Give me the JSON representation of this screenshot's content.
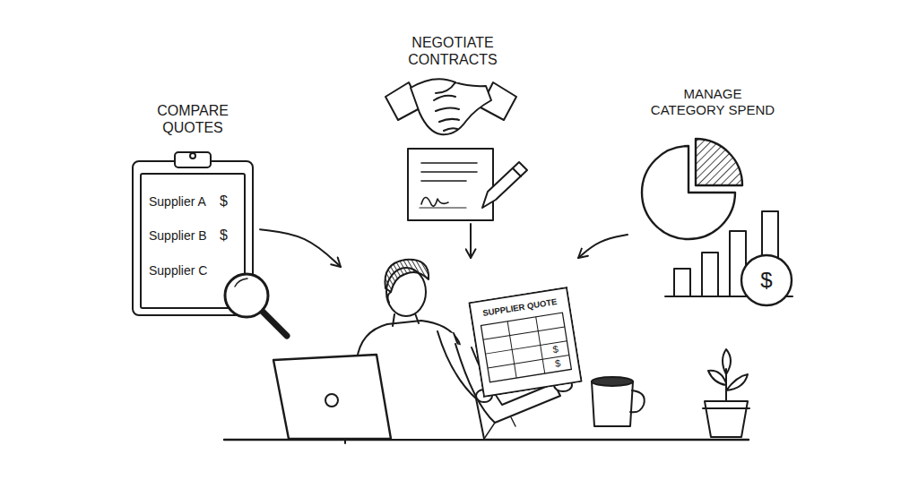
{
  "diagram": {
    "nodes": [
      {
        "text": [
          "COMPARE QUOTES",
          "Supplier A",
          "$",
          "Supplier B",
          "$",
          "Supplier C"
        ]
      },
      {
        "text": [
          "NEGOTIATE CONTRACTS"
        ]
      },
      {
        "text": [
          "MANAGE CATEGORY SPEND",
          "$"
        ]
      },
      {
        "text": [
          "SUPPLIER QUOTE",
          "$",
          "$"
        ]
      }
    ],
    "edges": [
      {
        "from": 0,
        "to": 3,
        "arrow": "to"
      },
      {
        "from": 1,
        "to": 3,
        "arrow": "to"
      },
      {
        "from": 2,
        "to": 3,
        "arrow": "to"
      }
    ]
  }
}
